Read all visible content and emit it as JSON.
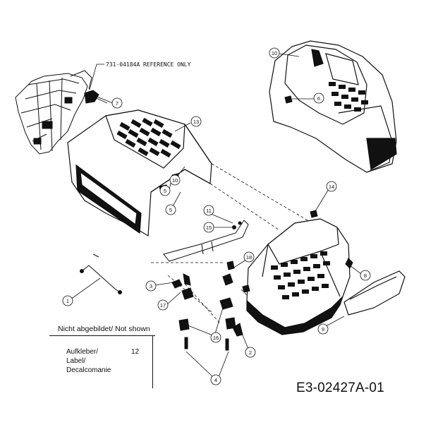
{
  "drawing": {
    "reference_note": "731-04184A REFERENCE ONLY",
    "drawing_number": "E3-02427A-01"
  },
  "callouts": [
    "1",
    "2",
    "3",
    "4",
    "5",
    "6",
    "7",
    "8",
    "9",
    "10",
    "11",
    "13",
    "14",
    "15",
    "16",
    "17",
    "18"
  ],
  "not_shown": {
    "heading": "Nicht abgebildet/ Not shown",
    "item_lines": [
      "Aufkleber/",
      "Label/",
      "Decalcomanie"
    ],
    "item_number": "12"
  }
}
